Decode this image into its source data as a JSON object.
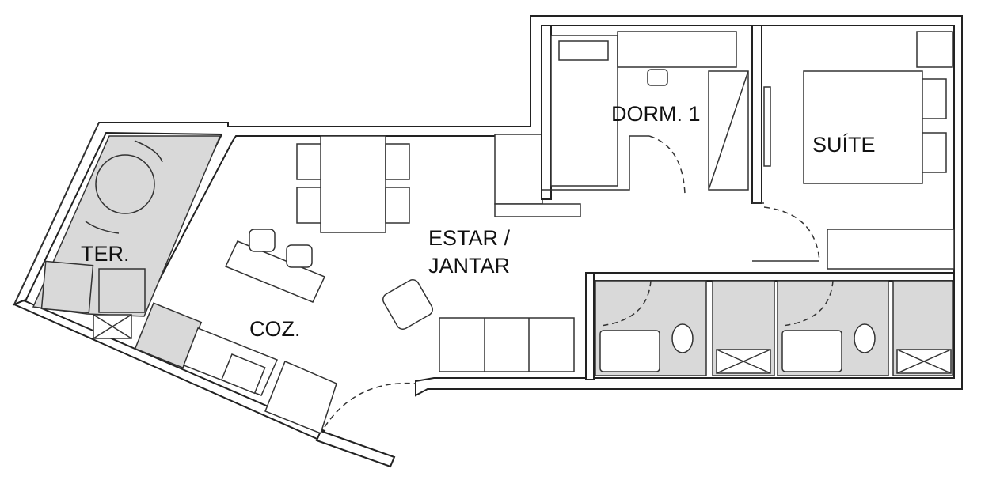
{
  "plan": {
    "rooms": {
      "terrace": "TER.",
      "kitchen": "COZ.",
      "living_line1": "ESTAR /",
      "living_line2": "JANTAR",
      "bedroom1": "DORM. 1",
      "suite": "SUÍTE"
    },
    "colors": {
      "wall": "#222222",
      "wet_area_fill": "#d9d9d9"
    }
  }
}
